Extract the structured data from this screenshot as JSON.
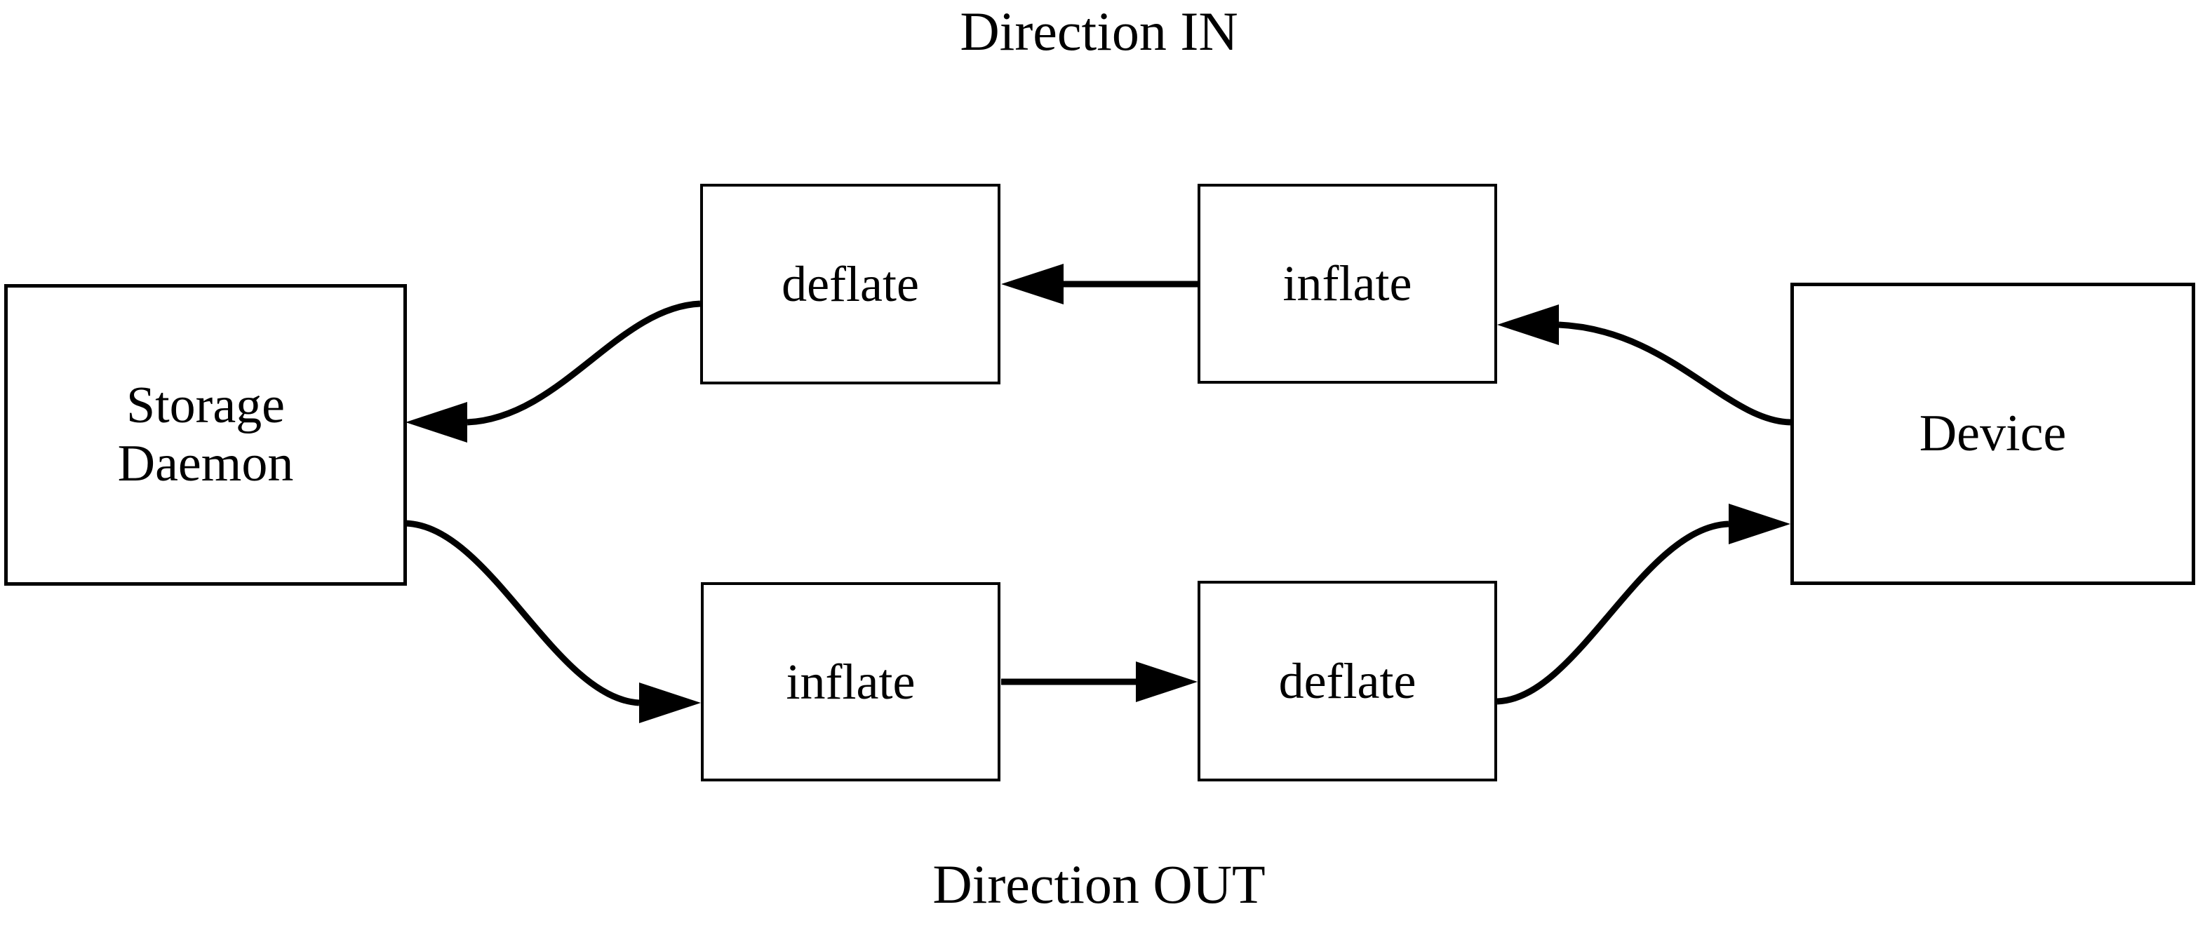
{
  "diagram": {
    "title_top": "Direction IN",
    "title_bottom": "Direction OUT",
    "background_color": "#ffffff",
    "stroke_color": "#000000",
    "nodes": [
      {
        "id": "storage-daemon",
        "label": "Storage\nDaemon"
      },
      {
        "id": "deflate-in",
        "label": "deflate"
      },
      {
        "id": "inflate-in",
        "label": "inflate"
      },
      {
        "id": "device",
        "label": "Device"
      },
      {
        "id": "inflate-out",
        "label": "inflate"
      },
      {
        "id": "deflate-out",
        "label": "deflate"
      }
    ],
    "edges": [
      {
        "id": "device-to-inflate-in",
        "from": "device",
        "to": "inflate-in",
        "style": "curved",
        "direction": "left"
      },
      {
        "id": "inflate-in-to-deflate-in",
        "from": "inflate-in",
        "to": "deflate-in",
        "style": "straight",
        "direction": "left"
      },
      {
        "id": "deflate-in-to-storage",
        "from": "deflate-in",
        "to": "storage-daemon",
        "style": "curved",
        "direction": "left"
      },
      {
        "id": "storage-to-inflate-out",
        "from": "storage-daemon",
        "to": "inflate-out",
        "style": "curved",
        "direction": "right"
      },
      {
        "id": "inflate-out-to-deflate-out",
        "from": "inflate-out",
        "to": "deflate-out",
        "style": "straight",
        "direction": "right"
      },
      {
        "id": "deflate-out-to-device",
        "from": "deflate-out",
        "to": "device",
        "style": "curved",
        "direction": "right"
      }
    ]
  }
}
